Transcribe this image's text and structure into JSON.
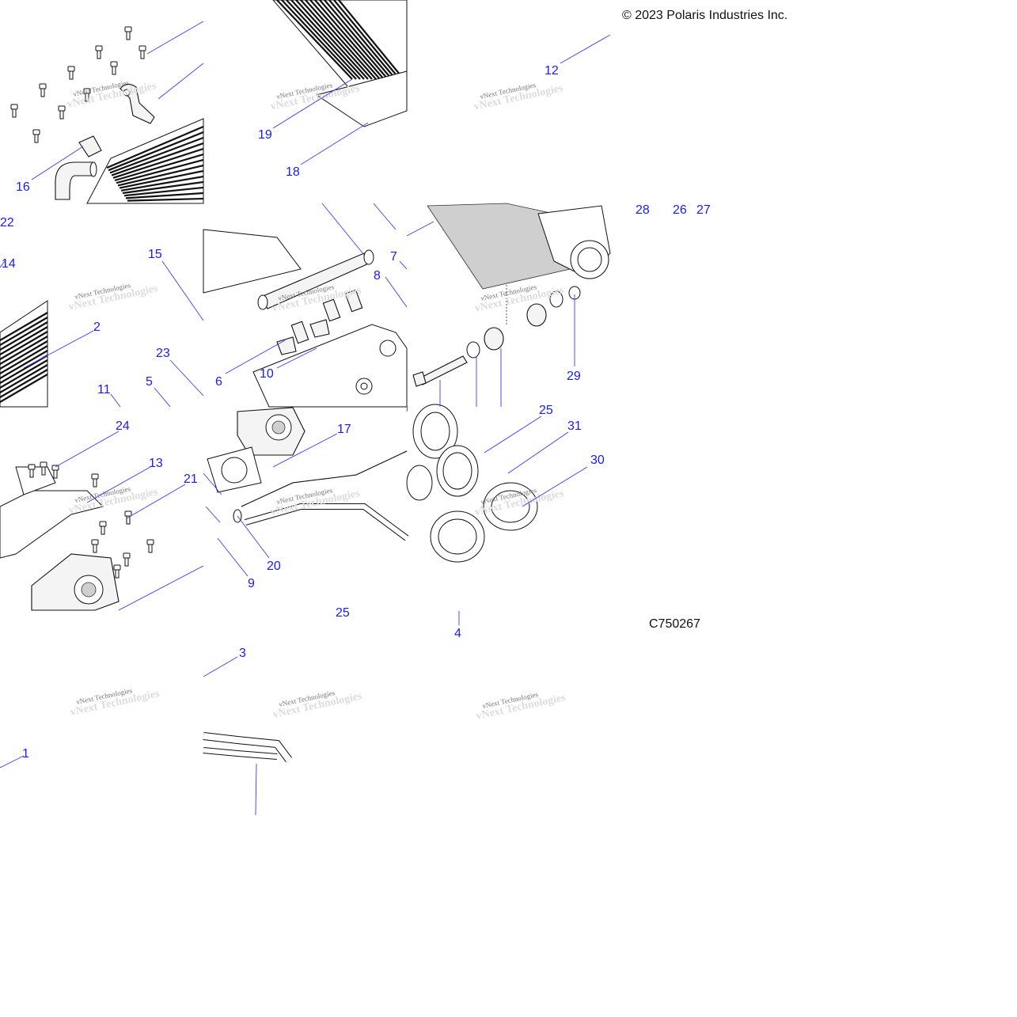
{
  "copyright": "© 2023 Polaris Industries Inc.",
  "diagram_code": "C750267",
  "watermark": "vNext Technologies",
  "callouts": [
    "1",
    "2",
    "3",
    "4",
    "5",
    "6",
    "7",
    "8",
    "9",
    "10",
    "11",
    "12",
    "13",
    "14",
    "15",
    "16",
    "17",
    "18",
    "19",
    "20",
    "21",
    "22",
    "23",
    "24",
    "25",
    "25",
    "26",
    "27",
    "28",
    "29",
    "30",
    "31"
  ],
  "colors": {
    "callout": "#1a1aff",
    "leader": "#3a3aff",
    "linework": "#111111"
  }
}
